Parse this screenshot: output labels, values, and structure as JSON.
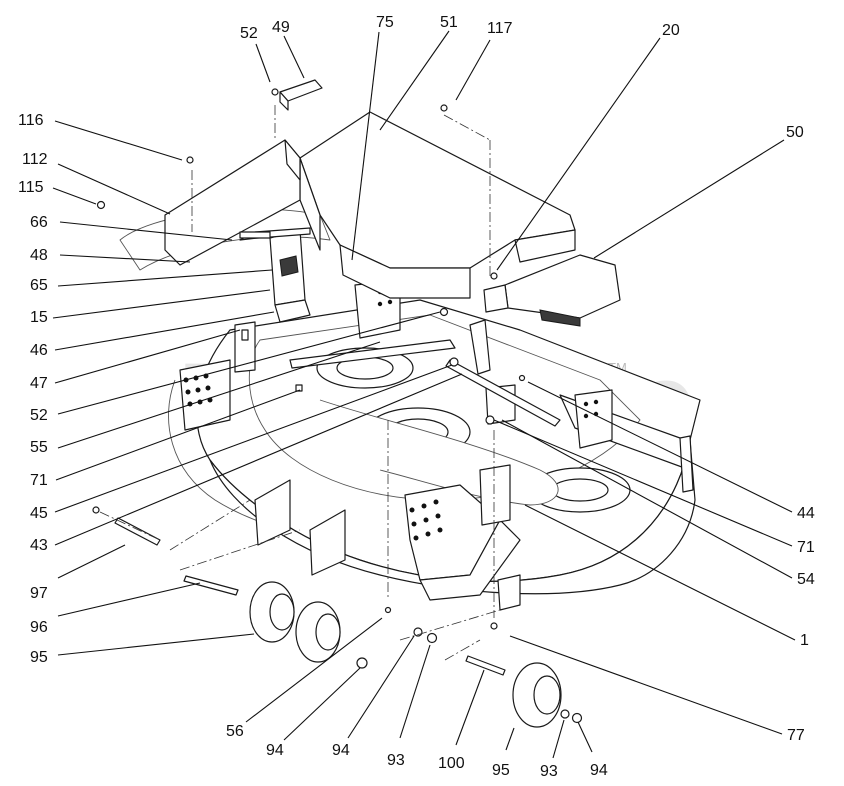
{
  "watermark": {
    "text": "PartsTree",
    "trademark": "TM"
  },
  "callouts": [
    {
      "id": "c-52-top",
      "label": "52"
    },
    {
      "id": "c-49",
      "label": "49"
    },
    {
      "id": "c-75",
      "label": "75"
    },
    {
      "id": "c-51",
      "label": "51"
    },
    {
      "id": "c-117",
      "label": "117"
    },
    {
      "id": "c-20",
      "label": "20"
    },
    {
      "id": "c-50",
      "label": "50"
    },
    {
      "id": "c-116",
      "label": "116"
    },
    {
      "id": "c-112",
      "label": "112"
    },
    {
      "id": "c-115",
      "label": "115"
    },
    {
      "id": "c-66",
      "label": "66"
    },
    {
      "id": "c-48",
      "label": "48"
    },
    {
      "id": "c-65",
      "label": "65"
    },
    {
      "id": "c-15",
      "label": "15"
    },
    {
      "id": "c-46",
      "label": "46"
    },
    {
      "id": "c-47",
      "label": "47"
    },
    {
      "id": "c-52-left",
      "label": "52"
    },
    {
      "id": "c-55",
      "label": "55"
    },
    {
      "id": "c-71-left",
      "label": "71"
    },
    {
      "id": "c-45",
      "label": "45"
    },
    {
      "id": "c-43",
      "label": "43"
    },
    {
      "id": "c-97",
      "label": "97"
    },
    {
      "id": "c-96",
      "label": "96"
    },
    {
      "id": "c-95-left",
      "label": "95"
    },
    {
      "id": "c-56",
      "label": "56"
    },
    {
      "id": "c-94-a",
      "label": "94"
    },
    {
      "id": "c-94-b",
      "label": "94"
    },
    {
      "id": "c-93-a",
      "label": "93"
    },
    {
      "id": "c-100",
      "label": "100"
    },
    {
      "id": "c-95-bottom",
      "label": "95"
    },
    {
      "id": "c-93-b",
      "label": "93"
    },
    {
      "id": "c-94-c",
      "label": "94"
    },
    {
      "id": "c-77",
      "label": "77"
    },
    {
      "id": "c-1",
      "label": "1"
    },
    {
      "id": "c-54",
      "label": "54"
    },
    {
      "id": "c-71-right",
      "label": "71"
    },
    {
      "id": "c-44",
      "label": "44"
    }
  ]
}
